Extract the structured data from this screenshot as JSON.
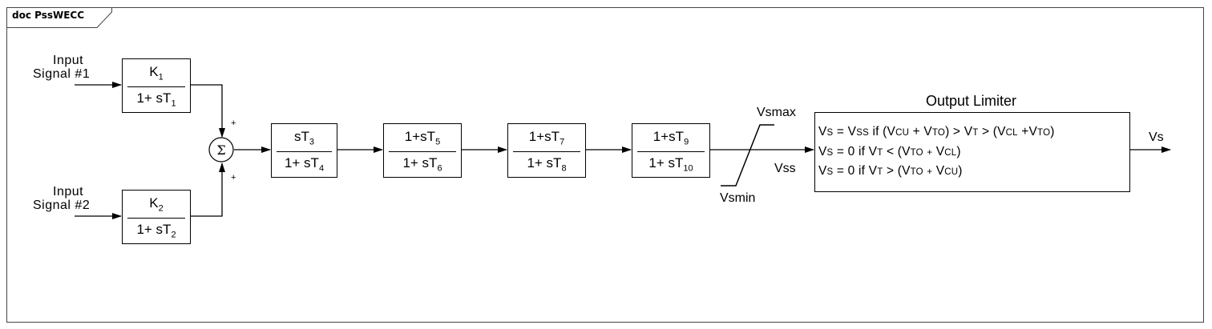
{
  "doc_tab": "doc PssWECC",
  "inputs": [
    {
      "line1": "Input",
      "line2": "Signal #1"
    },
    {
      "line1": "Input",
      "line2": "Signal #2"
    }
  ],
  "blocks": {
    "b1": {
      "num": "K",
      "num_sub": "1",
      "den": "1+ sT",
      "den_sub": "1"
    },
    "b2": {
      "num": "K",
      "num_sub": "2",
      "den": "1+ sT",
      "den_sub": "2"
    },
    "b3": {
      "num": "sT",
      "num_sub": "3",
      "den": "1+ sT",
      "den_sub": "4"
    },
    "b4": {
      "num": "1+sT",
      "num_sub": "5",
      "den": "1+ sT",
      "den_sub": "6"
    },
    "b5": {
      "num": "1+sT",
      "num_sub": "7",
      "den": "1+ sT",
      "den_sub": "8"
    },
    "b6": {
      "num": "1+sT",
      "num_sub": "9",
      "den": "1+ sT",
      "den_sub": "10"
    }
  },
  "summer": {
    "symbol": "Σ",
    "sign_top": "+",
    "sign_bottom": "+"
  },
  "limiter": {
    "vsmax": "Vsmax",
    "vsmin": "Vsmin",
    "vss": "Vss"
  },
  "output_limiter": {
    "title": "Output Limiter",
    "lines": [
      "VS = VSS if (VCU + VTO) > VT > (VCL +VTO)",
      "VS = 0 if VT < (VTO + VCL)",
      "VS = 0 if VT > (VTO + VCU)"
    ]
  },
  "output": "Vs"
}
